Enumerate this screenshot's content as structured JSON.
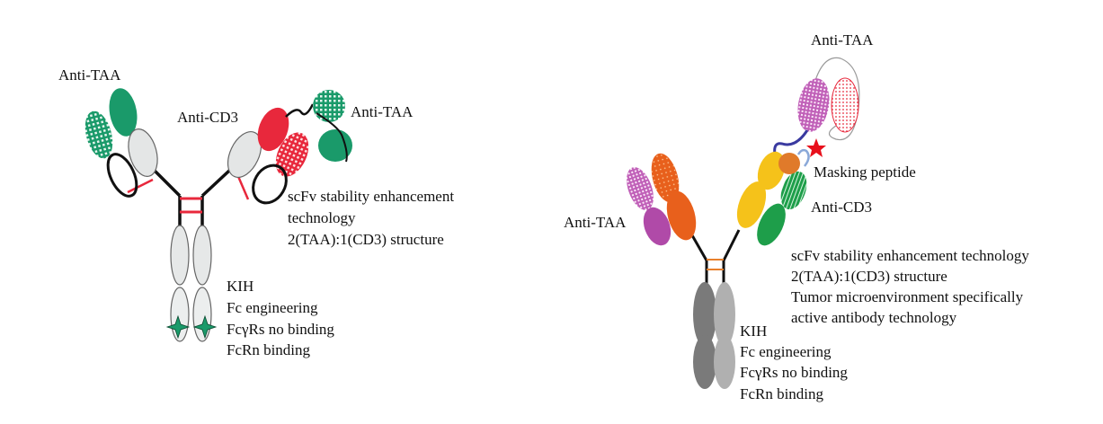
{
  "left_panel": {
    "labels": {
      "anti_taa_left": "Anti-TAA",
      "anti_cd3": "Anti-CD3",
      "anti_taa_right": "Anti-TAA"
    },
    "features_upper": [
      "scFv stability enhancement",
      "technology",
      "2(TAA):1(CD3) structure"
    ],
    "features_lower": [
      "KIH",
      "Fc engineering",
      "FcγRs no binding",
      "FcRn binding"
    ]
  },
  "right_panel": {
    "labels": {
      "anti_taa_top": "Anti-TAA",
      "masking_peptide": "Masking peptide",
      "anti_cd3": "Anti-CD3",
      "anti_taa_left": "Anti-TAA"
    },
    "features_upper": [
      "scFv stability enhancement technology",
      "2(TAA):1(CD3) structure",
      "Tumor microenvironment specifically",
      "active antibody  technology"
    ],
    "features_lower": [
      "KIH",
      "Fc engineering",
      "FcγRs no binding",
      "FcRn binding"
    ]
  },
  "colors": {
    "green": "#1a9a6a",
    "red": "#e8283c",
    "orange": "#e8601c",
    "yellow": "#f5c21a",
    "magenta": "#b04aa8",
    "gray_dark": "#7a7a7a",
    "gray_light": "#b0b0b0",
    "blue_linker": "#3a3aa0"
  }
}
